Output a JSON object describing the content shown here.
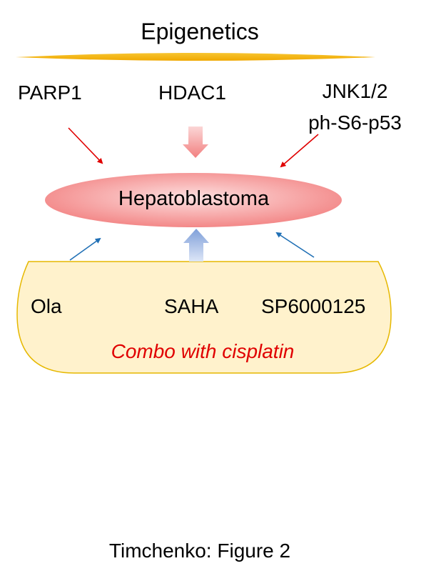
{
  "title": "Epigenetics",
  "targets": {
    "parp1": "PARP1",
    "hdac1": "HDAC1",
    "jnk_line1": "JNK1/2",
    "jnk_line2": "ph-S6-p53"
  },
  "center": "Hepatoblastoma",
  "drugs": {
    "ola": "Ola",
    "saha": "SAHA",
    "sp": "SP6000125",
    "combo": "Combo with cisplatin"
  },
  "caption": "Timchenko: Figure 2",
  "colors": {
    "bar": "#f5b800",
    "center_fill": "#f28080",
    "drug_box_fill": "#fff2cc",
    "drug_box_border": "#e6b800",
    "target_arrow": "#e00000",
    "drug_arrow": "#1f6fb5",
    "combo_text": "#e00000"
  }
}
